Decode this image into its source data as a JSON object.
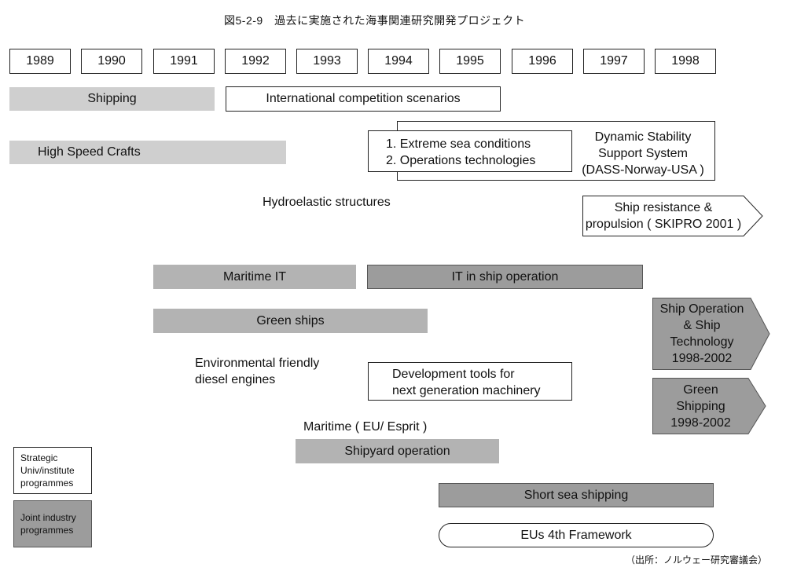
{
  "title": "図5-2-9　過去に実施された海事関連研究開発プロジェクト",
  "years": [
    "1989",
    "1990",
    "1991",
    "1992",
    "1993",
    "1994",
    "1995",
    "1996",
    "1997",
    "1998"
  ],
  "projects": {
    "shipping": "Shipping",
    "intl_competition": "International competition scenarios",
    "high_speed_crafts": "High Speed Crafts",
    "extreme_sea_1": "1. Extreme sea conditions",
    "extreme_sea_2": "2. Operations technologies",
    "dass_1": "Dynamic Stability",
    "dass_2": "Support System",
    "dass_3": "(DASS-Norway-USA )",
    "hydroelastic": "Hydroelastic structures",
    "skipro_1": "Ship resistance &",
    "skipro_2": "propulsion ( SKIPRO 2001 )",
    "maritime_it": "Maritime IT",
    "it_ship_op": "IT in ship operation",
    "ship_op_tech_1": "Ship Operation",
    "ship_op_tech_2": "& Ship",
    "ship_op_tech_3": "Technology",
    "ship_op_tech_4": "1998-2002",
    "green_ships": "Green ships",
    "env_diesel_1": "Environmental friendly",
    "env_diesel_2": "diesel engines",
    "dev_tools_1": "Development tools for",
    "dev_tools_2": "next generation machinery",
    "green_shipping_1": "Green",
    "green_shipping_2": "Shipping",
    "green_shipping_3": "1998-2002",
    "maritime_eu": "Maritime ( EU/ Esprit )",
    "shipyard_op": "Shipyard operation",
    "short_sea": "Short sea shipping",
    "eu_4th": "EUs 4th Framework"
  },
  "legend": {
    "strategic_1": "Strategic",
    "strategic_2": "Univ/institute",
    "strategic_3": "programmes",
    "joint_1": "Joint industry",
    "joint_2": "programmes"
  },
  "source": "（出所：ノルウェー研究審議会）",
  "colors": {
    "joint_industry": "#b3b3b3",
    "joint_industry_dark": "#9c9c9c",
    "strategic": "#ffffff",
    "border": "#222222"
  }
}
